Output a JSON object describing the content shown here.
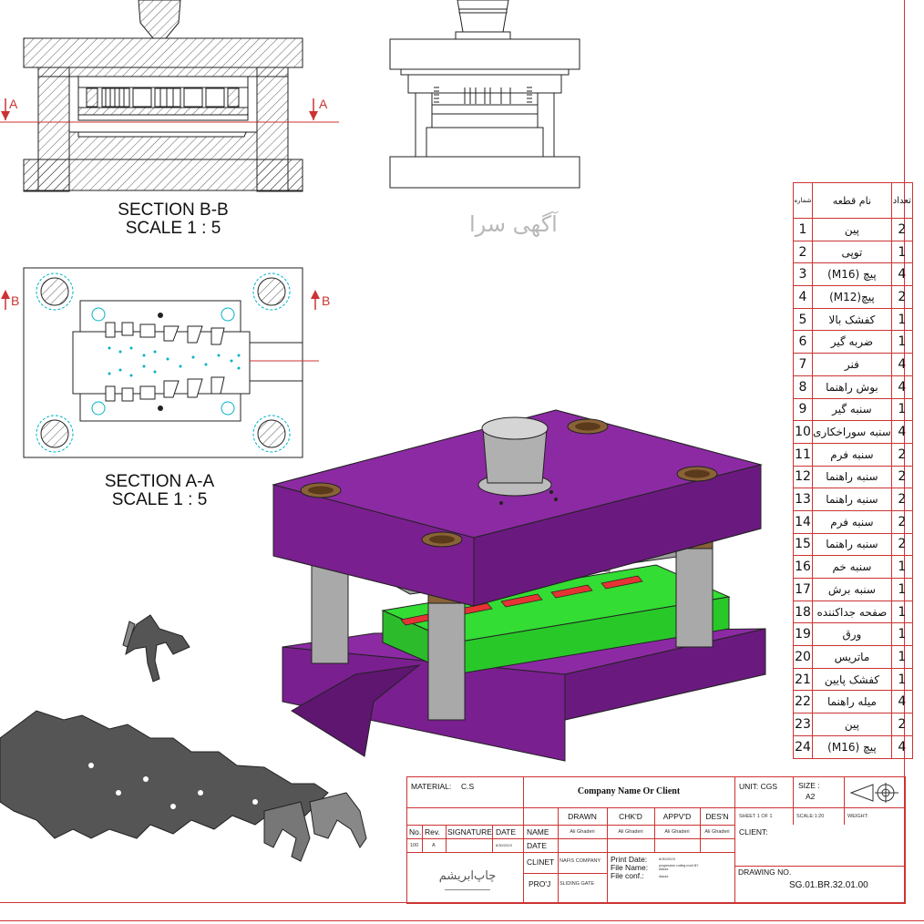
{
  "sections": {
    "bb_title": "SECTION B-B",
    "bb_scale": "SCALE 1 : 5",
    "aa_title": "SECTION A-A",
    "aa_scale": "SCALE 1 : 5",
    "cut_a": "A",
    "cut_b": "B"
  },
  "watermark": "آگهی سرا",
  "bom": {
    "headers": {
      "number": "شماره",
      "name": "نام قطعه",
      "qty": "تعداد"
    },
    "rows": [
      {
        "no": "1",
        "name": "پین",
        "qty": "2"
      },
      {
        "no": "2",
        "name": "توپی",
        "qty": "1"
      },
      {
        "no": "3",
        "name": "پیچ (M16)",
        "qty": "4"
      },
      {
        "no": "4",
        "name": "پیچ(M12)",
        "qty": "2"
      },
      {
        "no": "5",
        "name": "کفشک بالا",
        "qty": "1"
      },
      {
        "no": "6",
        "name": "ضربه گیر",
        "qty": "1"
      },
      {
        "no": "7",
        "name": "فنر",
        "qty": "4"
      },
      {
        "no": "8",
        "name": "بوش راهنما",
        "qty": "4"
      },
      {
        "no": "9",
        "name": "سنبه گیر",
        "qty": "1"
      },
      {
        "no": "10",
        "name": "سنبه سوراخکاری",
        "qty": "4"
      },
      {
        "no": "11",
        "name": "سنبه فرم",
        "qty": "2"
      },
      {
        "no": "12",
        "name": "سنبه راهنما",
        "qty": "2"
      },
      {
        "no": "13",
        "name": "سنبه راهنما",
        "qty": "2"
      },
      {
        "no": "14",
        "name": "سنبه فرم",
        "qty": "2"
      },
      {
        "no": "15",
        "name": "سنبه راهنما",
        "qty": "2"
      },
      {
        "no": "16",
        "name": "سنبه خم",
        "qty": "1"
      },
      {
        "no": "17",
        "name": "سنبه برش",
        "qty": "1"
      },
      {
        "no": "18",
        "name": "صفحه جداکننده",
        "qty": "1"
      },
      {
        "no": "19",
        "name": "ورق",
        "qty": "1"
      },
      {
        "no": "20",
        "name": "ماتریس",
        "qty": "1"
      },
      {
        "no": "21",
        "name": "کفشک پایین",
        "qty": "1"
      },
      {
        "no": "22",
        "name": "میله راهنما",
        "qty": "4"
      },
      {
        "no": "23",
        "name": "پین",
        "qty": "2"
      },
      {
        "no": "24",
        "name": "پیچ (M16)",
        "qty": "4"
      }
    ]
  },
  "title_block": {
    "material_label": "MATERIAL:",
    "material_value": "C.S",
    "company": "Company Name Or Client",
    "unit": "UNIT: CGS",
    "size_label": "SIZE :",
    "size_value": "A2",
    "cols": {
      "drawn": "DRAWN",
      "chkd": "CHK'D",
      "appvd": "APPV'D",
      "desn": "DES'N"
    },
    "row_name": "NAME",
    "row_date": "DATE",
    "names": {
      "drawn": "Ali Ghaderi",
      "chkd": "Ali Ghaderi",
      "appvd": "Ali Ghaderi",
      "desn": "Ali Ghaderi"
    },
    "sheet": "SHEET 1 OF 1",
    "scale": "SCALE:1:20",
    "weight": "WEIGHT:",
    "client": "CLIENT:",
    "rev_headers": {
      "no": "No.",
      "rev": "Rev.",
      "signature": "SIGNATURE",
      "date": "DATE"
    },
    "rev_row": {
      "no": "100",
      "rev": "A",
      "date": "8/30/2023"
    },
    "clinet_label": "CLINET",
    "clinet_value": "NAFIS COMPANY",
    "proj_label": "PRO'J",
    "proj_value": "SLIDING GATE",
    "print_date_label": "Print Date:",
    "print_date_value": "8/30/2023",
    "file_name_label": "File Name:",
    "file_name_value": "progressive cutting mold BY Afarad",
    "file_conf_label": "File conf.:",
    "file_conf_value": "Afarad",
    "drawing_no_label": "DRAWING NO.",
    "drawing_no_value": "SG.01.BR.32.01.00",
    "logo_text": "چاپ‌ابریشم"
  },
  "colors": {
    "border": "#cc3333",
    "plate": "#7a1f8f",
    "matrix": "#33dd33",
    "punch_red": "#e63333",
    "pillar": "#a9a9a9",
    "bushing": "#8a6238",
    "hatch": "#333333",
    "center_line": "#00b3c4"
  }
}
